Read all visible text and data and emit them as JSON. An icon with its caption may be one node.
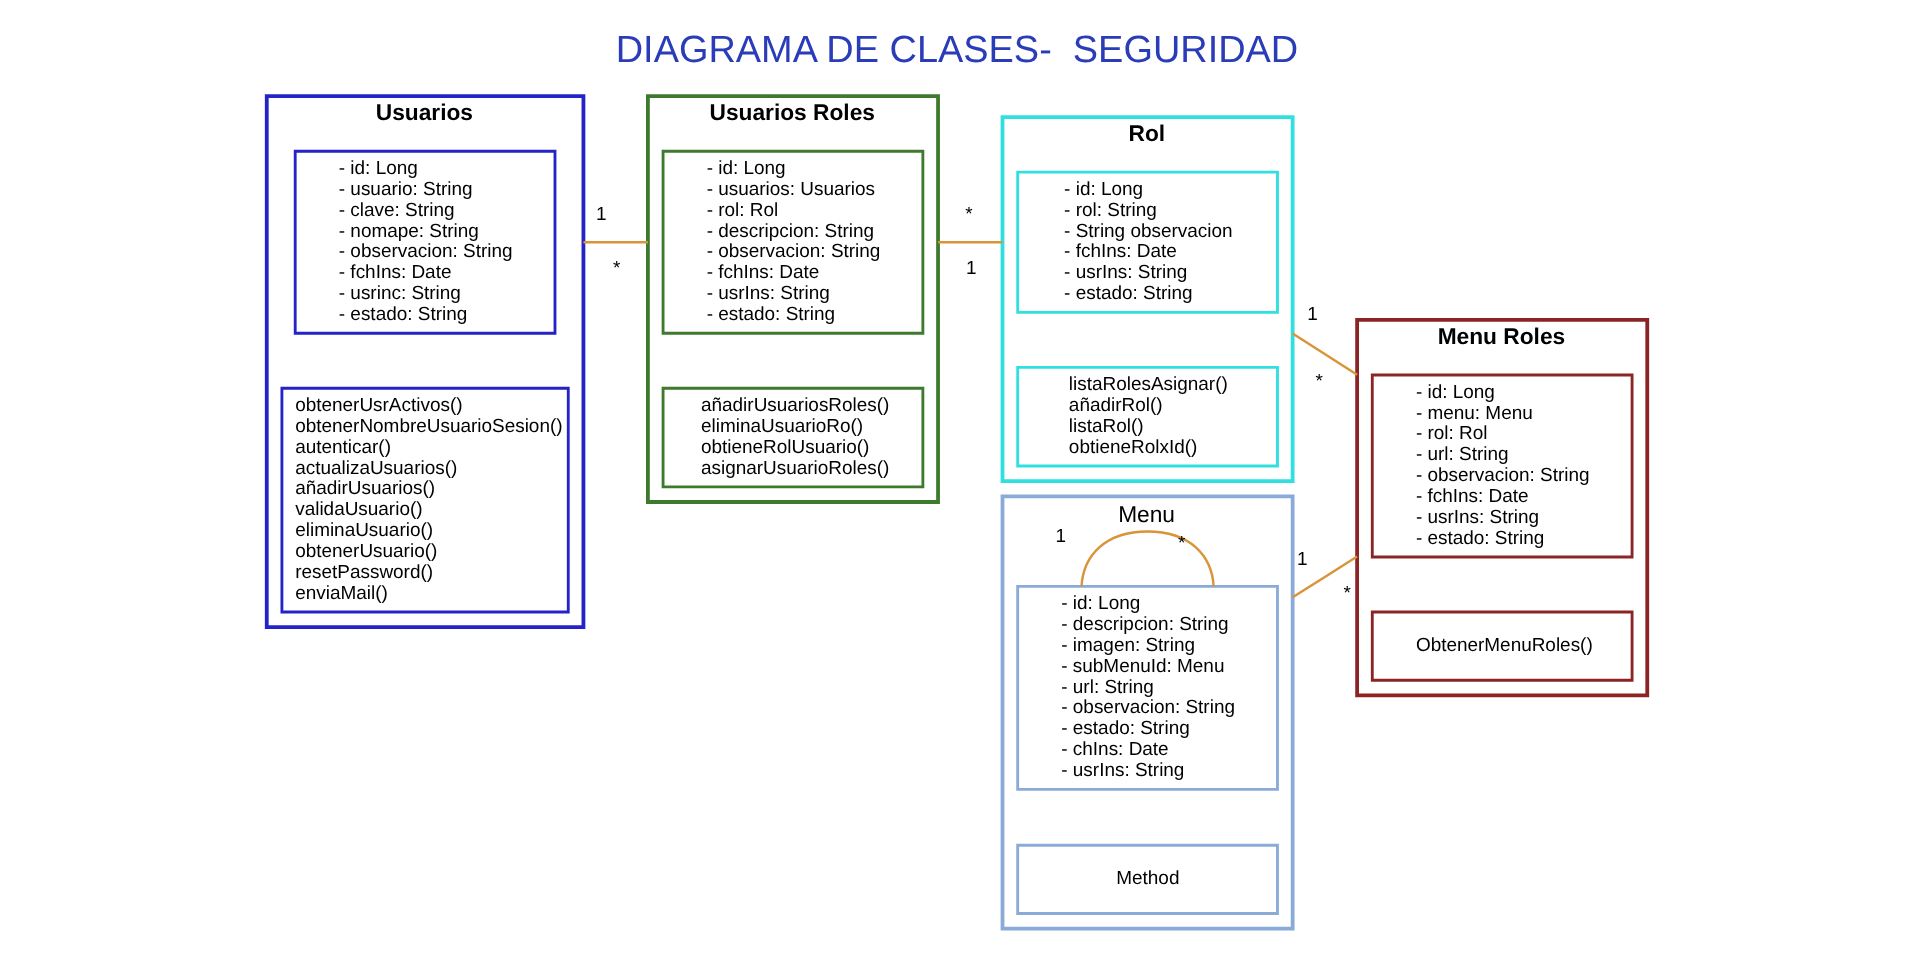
{
  "diagram": {
    "title": "DIAGRAMA DE CLASES-  SEGURIDAD",
    "nodes": [
      {
        "text": [
          "Usuarios"
        ]
      },
      {
        "text": [
          "- id: Long",
          "- usuario: String",
          "- clave: String",
          "- nomape: String",
          "- observacion: String",
          "- fchIns: Date",
          "- usrinc: String",
          "- estado: String"
        ],
        "in": 0
      },
      {
        "text": [
          "obtenerUsrActivos()",
          "obtenerNombreUsuarioSesion()",
          "autenticar()",
          "actualizaUsuarios()",
          "añadirUsuarios()",
          "validaUsuario()",
          "eliminaUsuario()",
          "obtenerUsuario()",
          "resetPassword()",
          "enviaMail()"
        ],
        "in": 0
      },
      {
        "text": [
          "Usuarios Roles"
        ]
      },
      {
        "text": [
          "- id: Long",
          "- usuarios: Usuarios",
          "- rol: Rol",
          "- descripcion: String",
          "- observacion: String",
          "- fchIns: Date",
          "- usrIns: String",
          "- estado: String"
        ],
        "in": 3
      },
      {
        "text": [
          "añadirUsuariosRoles()",
          "eliminaUsuarioRo()",
          "obtieneRolUsuario()",
          "asignarUsuarioRoles()"
        ],
        "in": 3
      },
      {
        "text": [
          "Rol"
        ]
      },
      {
        "text": [
          "- id: Long",
          "- rol: String",
          "- String observacion",
          "- fchIns: Date",
          "- usrIns: String",
          "- estado: String"
        ],
        "in": 6
      },
      {
        "text": [
          "listaRolesAsignar()",
          "añadirRol()",
          "listaRol()",
          "obtieneRolxId()"
        ],
        "in": 6
      },
      {
        "text": [
          "Menu"
        ]
      },
      {
        "text": [
          "- id: Long",
          "- descripcion: String",
          "- imagen: String",
          "- subMenuId: Menu",
          "- url: String",
          "- observacion: String",
          "- estado: String",
          "- chIns: Date",
          "- usrIns: String"
        ],
        "in": 9
      },
      {
        "text": [
          "Method"
        ],
        "in": 9
      },
      {
        "text": [
          "Menu Roles"
        ]
      },
      {
        "text": [
          "- id: Long",
          "- menu: Menu",
          "- rol: Rol",
          "- url: String",
          "- observacion: String",
          "- fchIns: Date",
          "- usrIns: String",
          "- estado: String"
        ],
        "in": 12
      },
      {
        "text": [
          "ObtenerMenuRoles()"
        ],
        "in": 12
      }
    ],
    "edges": [
      {
        "from": 0,
        "to": 3,
        "arrow": "none"
      },
      {
        "from": 3,
        "to": 6,
        "arrow": "none"
      },
      {
        "from": 10,
        "to": 10,
        "arrow": "none"
      },
      {
        "from": 6,
        "to": 12,
        "arrow": "none"
      },
      {
        "from": 9,
        "to": 12,
        "arrow": "none"
      }
    ],
    "labels": [
      "1",
      "*",
      "*",
      "1",
      "1",
      "*",
      "1",
      "*",
      "1",
      "*"
    ]
  }
}
